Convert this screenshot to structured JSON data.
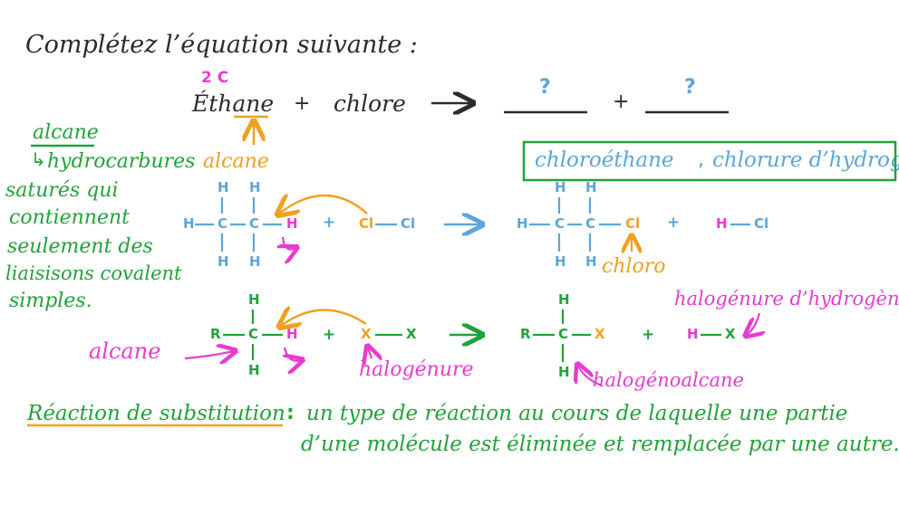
{
  "colors": {
    "dark": "#2b2b2b",
    "green": "#22a23a",
    "blue": "#5aa6d8",
    "orange": "#f0a020",
    "pink": "#e83ad0"
  },
  "title": "Complétez l’équation suivante :",
  "equation": {
    "carbon_note": "2 C",
    "reactant1": "Éthane",
    "plus": "+",
    "reactant2": "chlore",
    "blank1": "?",
    "blank2": "?",
    "alkane_label": "alcane"
  },
  "definition": {
    "term": "alcane",
    "symbol": "↳",
    "lines": [
      "hydrocarbures",
      "saturés qui",
      "contiennent",
      "seulement des",
      "liaisisons covalent",
      "simples."
    ]
  },
  "answers": {
    "product1": "chloroéthane",
    "separator": ",",
    "product2": "chlorure d’hydrogène"
  },
  "reaction1": {
    "h": "H",
    "c": "C",
    "cl": "Cl",
    "cl_cl": "Cl — Cl",
    "plus": "+",
    "dash": "—",
    "h_cl": "H — Cl",
    "chloro_label": "chloro"
  },
  "reaction2": {
    "r": "R",
    "c": "C",
    "h": "H",
    "x": "X",
    "x_x": "X — X",
    "plus": "+",
    "h_x": "H — X",
    "dash": "—",
    "alcane_label": "alcane",
    "halogenure_label": "halogénure",
    "halogenure_hydrogene_label": "halogénure d’hydrogène",
    "halogenoalcane_label": "halogénoalcane"
  },
  "substitution": {
    "term": "Réaction de substitution",
    "colon": ":",
    "line1": "un type de réaction au cours de laquelle une partie",
    "line2": "d’une molécule est éliminée et remplacée par une autre."
  }
}
